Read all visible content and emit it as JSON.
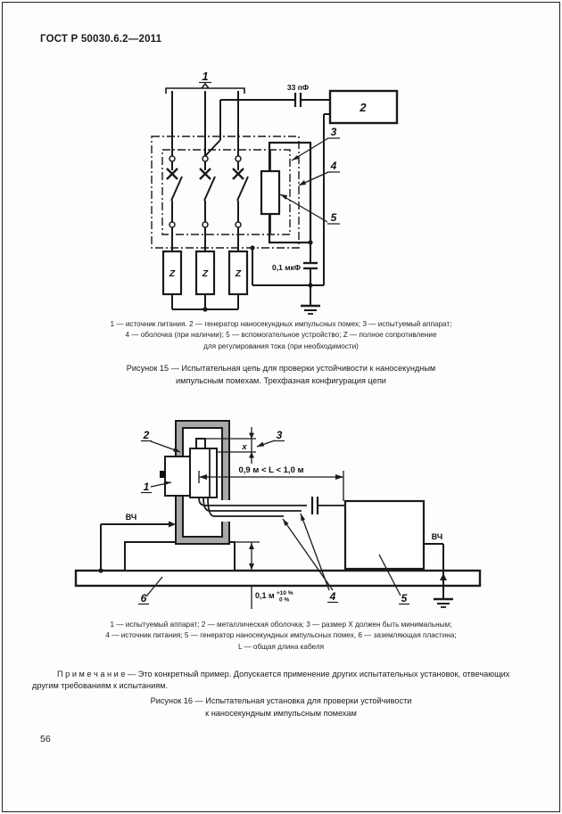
{
  "page": {
    "header": "ГОСТ Р 50030.6.2—2011",
    "page_number": "56"
  },
  "figure15": {
    "labels": {
      "n1": "1",
      "n2": "2",
      "n3": "3",
      "n4": "4",
      "n5": "5"
    },
    "z_label": "Z",
    "cap_top": "33 пФ",
    "cap_bottom": "0,1 мкФ",
    "legend": [
      "1 — источник питания. 2 — генератор наносекундных импульсных помех; 3 — испытуемый аппарат;",
      "4 — оболочка (при наличии); 5 — вспомогательное устройство; Z — полное сопротивление",
      "для регулирования тока (при необходимости)"
    ],
    "caption": [
      "Рисунок 15 — Испытательная цепь для проверки устойчивости к наносекундным",
      "импульсным помехам. Трехфазная конфигурация цепи"
    ]
  },
  "figure16": {
    "labels": {
      "n1": "1",
      "n2": "2",
      "n3": "3",
      "n4": "4",
      "n5": "5",
      "n6": "6"
    },
    "hf_left": "ВЧ",
    "hf_right": "ВЧ",
    "dim_x": "x",
    "dim_length": "0,9 м < L < 1,0 м",
    "dim_height": "0,1 м",
    "tol_plus": "+10 %",
    "tol_zero": "0 %",
    "legend": [
      "1 — испытуемый аппарат; 2 — металлическая оболочка; 3 — размер X должен быть минимальным;",
      "4 — источник питания; 5 — генератор наносекундных импульсных помех, 6 — заземляющая пластина;",
      "L — общая длина кабеля"
    ],
    "caption": [
      "Рисунок 16 — Испытательная установка для проверки устойчивости",
      "к наносекундным импульсным помехам"
    ]
  },
  "note": {
    "text": "П р и м е ч а н и е — Это конкретный пример.  Допускается применение других испытательных установок, отвечающих другим требованиям к испытаниям."
  }
}
